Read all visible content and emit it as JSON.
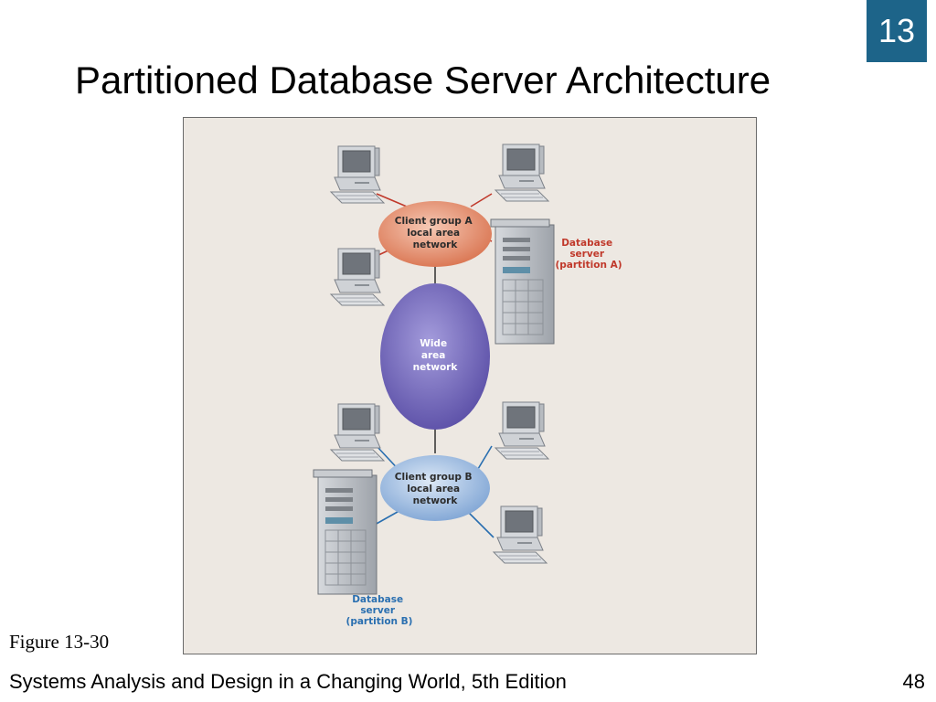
{
  "slide": {
    "chapter_number": "13",
    "title": "Partitioned Database Server Architecture",
    "figure_caption": "Figure 13-30",
    "footer": "Systems Analysis and Design in a Changing World, 5th Edition",
    "page_number": "48"
  },
  "diagram": {
    "client_group_a": [
      "Client group A",
      "local area",
      "network"
    ],
    "wide_area_network": [
      "Wide",
      "area",
      "network"
    ],
    "client_group_b": [
      "Client group B",
      "local area",
      "network"
    ],
    "database_server_a": [
      "Database",
      "server",
      "(partition A)"
    ],
    "database_server_b": [
      "Database",
      "server",
      "(partition B)"
    ]
  },
  "colors": {
    "chapter_badge": "#1d6489",
    "figure_background": "#ede8e2",
    "client_group_a_fill": "#e08c6e",
    "wide_area_network_fill": "#6e64b4",
    "client_group_b_fill": "#8fb1da",
    "server_a_label": "#c0392b",
    "server_b_label": "#2a6fb0",
    "lan_a_links": "#c0392b",
    "lan_b_links": "#2a6fb0"
  }
}
